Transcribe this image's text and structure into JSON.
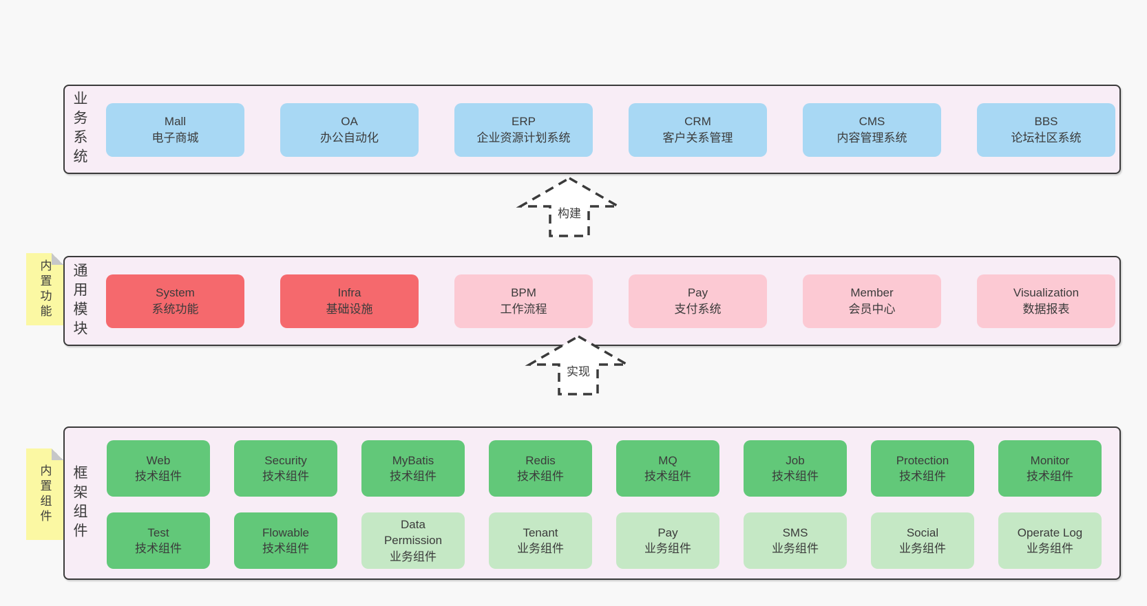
{
  "colors": {
    "page-bg": "#f8f8f8",
    "panel-bg": "#f8edf6",
    "panel-border": "#3a3a3a",
    "text": "#3b3b3b",
    "box-blue": "#a8d8f4",
    "box-red": "#f5696d",
    "box-pink": "#fcc9d3",
    "box-green": "#62c879",
    "box-green-light": "#c5e8c5",
    "sticky-yellow": "#fbf8a3",
    "sticky-fold": "#c6c7c9"
  },
  "sections": {
    "business": {
      "label": "业务系统",
      "boxes": [
        {
          "en": "Mall",
          "zh": "电子商城"
        },
        {
          "en": "OA",
          "zh": "办公自动化"
        },
        {
          "en": "ERP",
          "zh": "企业资源计划系统"
        },
        {
          "en": "CRM",
          "zh": "客户关系管理"
        },
        {
          "en": "CMS",
          "zh": "内容管理系统"
        },
        {
          "en": "BBS",
          "zh": "论坛社区系统"
        }
      ]
    },
    "modules": {
      "label": "通用模块",
      "sticky": "内置功能",
      "boxes": [
        {
          "en": "System",
          "zh": "系统功能",
          "variant": "strong"
        },
        {
          "en": "Infra",
          "zh": "基础设施",
          "variant": "strong"
        },
        {
          "en": "BPM",
          "zh": "工作流程",
          "variant": "soft"
        },
        {
          "en": "Pay",
          "zh": "支付系统",
          "variant": "soft"
        },
        {
          "en": "Member",
          "zh": "会员中心",
          "variant": "soft"
        },
        {
          "en": "Visualization",
          "zh": "数据报表",
          "variant": "soft"
        }
      ]
    },
    "components": {
      "label": "框架组件",
      "sticky": "内置组件",
      "row1": [
        {
          "en": "Web",
          "zh": "技术组件",
          "variant": "strong"
        },
        {
          "en": "Security",
          "zh": "技术组件",
          "variant": "strong"
        },
        {
          "en": "MyBatis",
          "zh": "技术组件",
          "variant": "strong"
        },
        {
          "en": "Redis",
          "zh": "技术组件",
          "variant": "strong"
        },
        {
          "en": "MQ",
          "zh": "技术组件",
          "variant": "strong"
        },
        {
          "en": "Job",
          "zh": "技术组件",
          "variant": "strong"
        },
        {
          "en": "Protection",
          "zh": "技术组件",
          "variant": "strong"
        },
        {
          "en": "Monitor",
          "zh": "技术组件",
          "variant": "strong"
        }
      ],
      "row2": [
        {
          "en": "Test",
          "zh": "技术组件",
          "variant": "strong"
        },
        {
          "en": "Flowable",
          "zh": "技术组件",
          "variant": "strong"
        },
        {
          "en": "Data Permission",
          "zh": "业务组件",
          "variant": "soft"
        },
        {
          "en": "Tenant",
          "zh": "业务组件",
          "variant": "soft"
        },
        {
          "en": "Pay",
          "zh": "业务组件",
          "variant": "soft"
        },
        {
          "en": "SMS",
          "zh": "业务组件",
          "variant": "soft"
        },
        {
          "en": "Social",
          "zh": "业务组件",
          "variant": "soft"
        },
        {
          "en": "Operate Log",
          "zh": "业务组件",
          "variant": "soft"
        }
      ]
    }
  },
  "arrows": [
    {
      "label": "构建"
    },
    {
      "label": "实现"
    }
  ]
}
